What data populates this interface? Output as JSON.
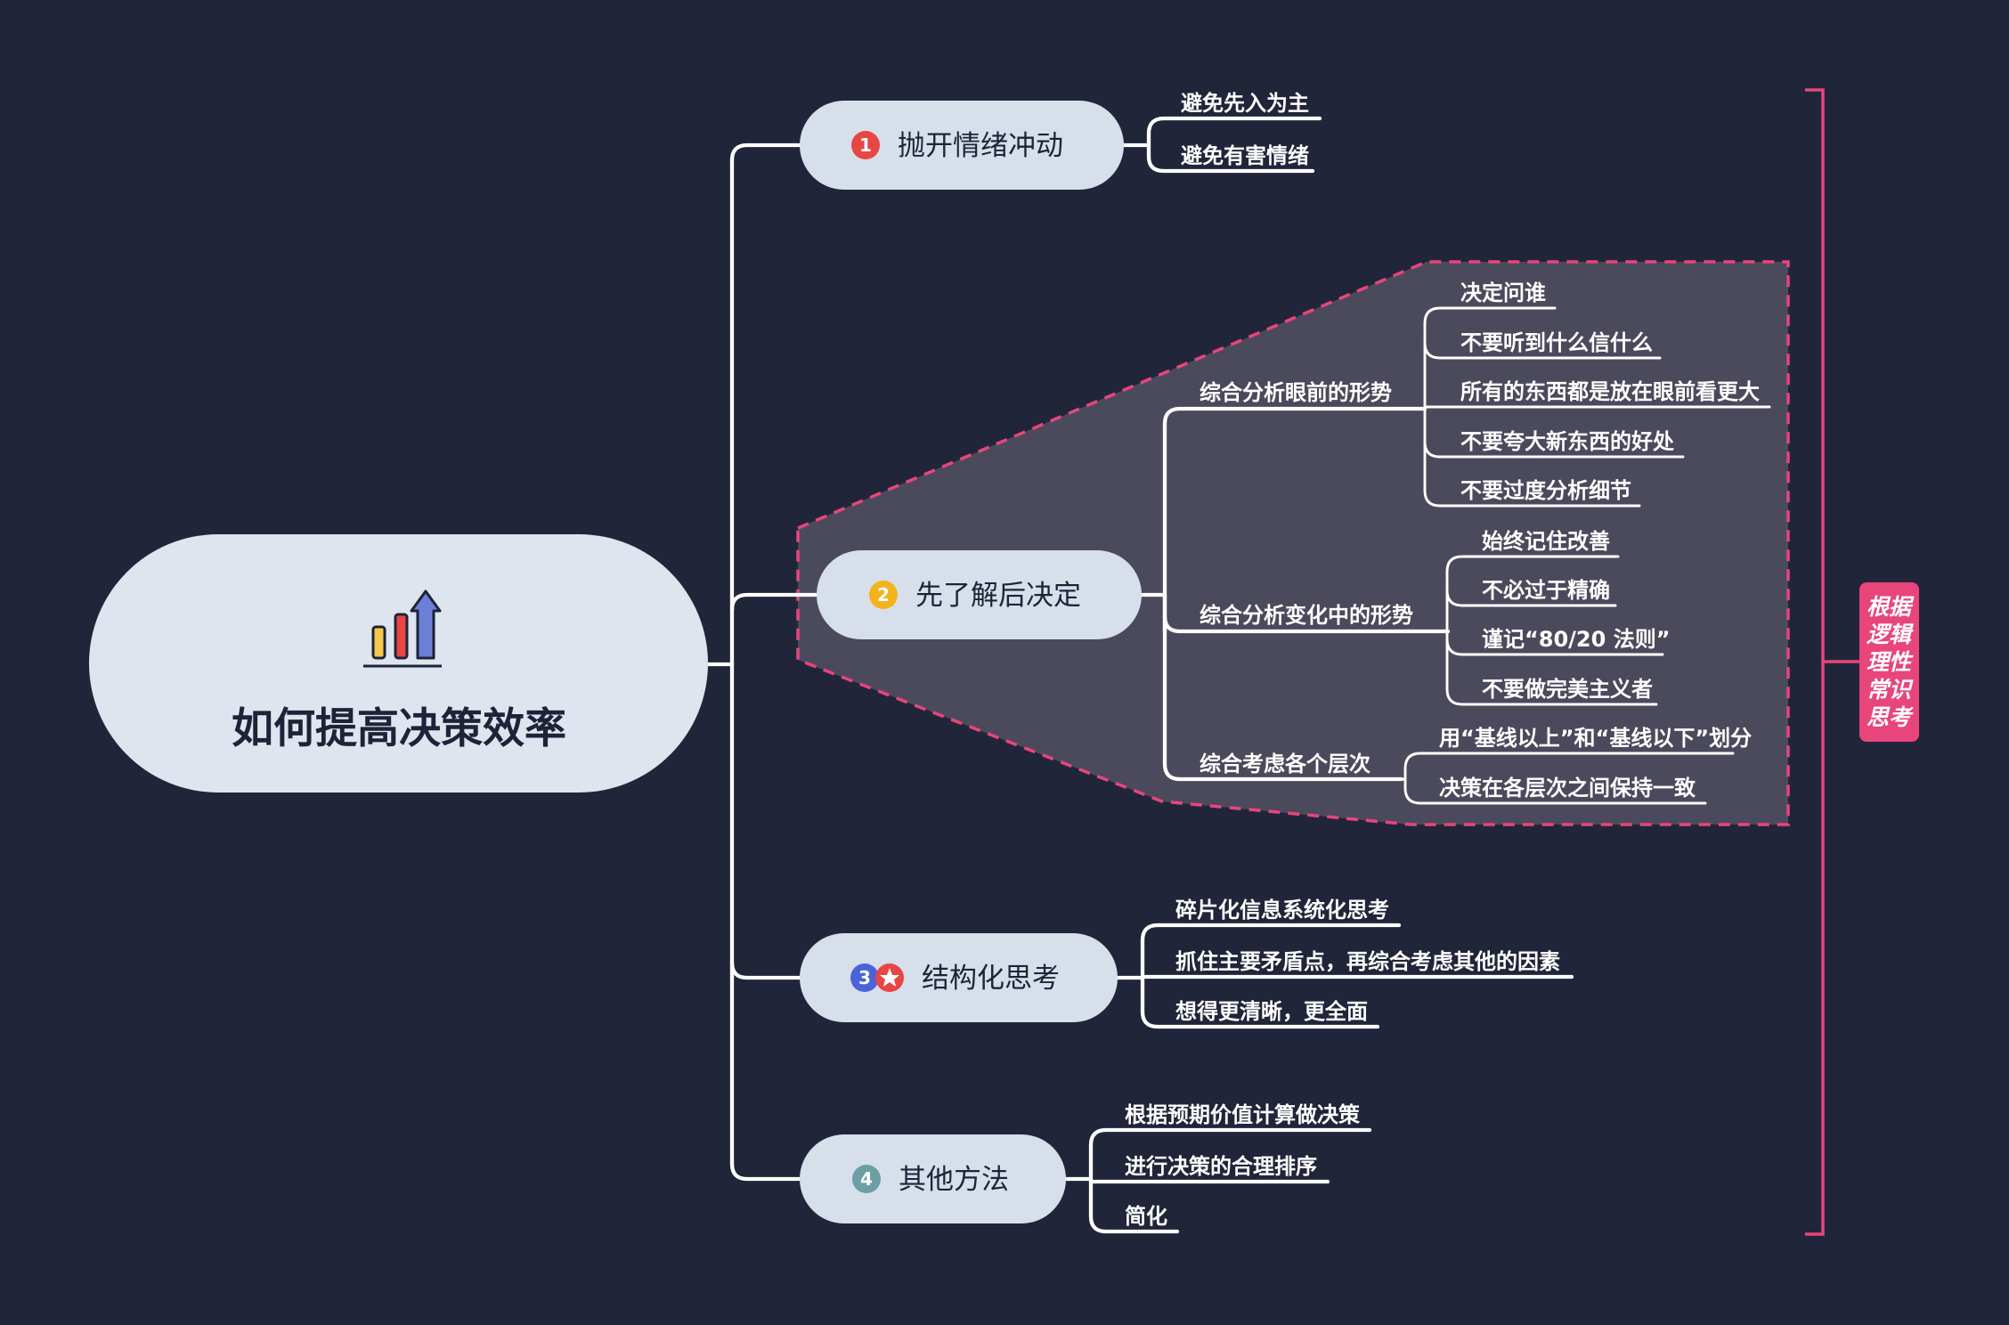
{
  "root": {
    "title": "如何提高决策效率",
    "icon": "bar-chart-growth-icon"
  },
  "branches": [
    {
      "number": "1",
      "badge_color": "#e84545",
      "label": "抛开情绪冲动",
      "children": [
        "避免先入为主",
        "避免有害情绪"
      ]
    },
    {
      "number": "2",
      "badge_color": "#f4b21c",
      "label": "先了解后决定",
      "groups": [
        {
          "label": "综合分析眼前的形势",
          "children": [
            "决定问谁",
            "不要听到什么信什么",
            "所有的东西都是放在眼前看更大",
            "不要夸大新东西的好处",
            "不要过度分析细节"
          ]
        },
        {
          "label": "综合分析变化中的形势",
          "children": [
            "始终记住改善",
            "不必过于精确",
            "谨记“80/20 法则”",
            "不要做完美主义者"
          ]
        },
        {
          "label": "综合考虑各个层次",
          "children": [
            "用“基线以上”和“基线以下”划分",
            "决策在各层次之间保持一致"
          ]
        }
      ]
    },
    {
      "number": "3",
      "badge_color": "#4a63d8",
      "star_icon": "star-badge-icon",
      "star_color": "#e84545",
      "label": "结构化思考",
      "children": [
        "碎片化信息系统化思考",
        "抓住主要矛盾点，再综合考虑其他的因素",
        "想得更清晰，更全面"
      ]
    },
    {
      "number": "4",
      "badge_color": "#6b9fa4",
      "label": "其他方法",
      "children": [
        "根据预期价值计算做决策",
        "进行决策的合理排序",
        "简化"
      ]
    }
  ],
  "summary": {
    "lines": [
      "根据",
      "逻辑",
      "理性",
      "常识",
      "思考"
    ],
    "color": "#e8457a"
  },
  "colors": {
    "background": "#212539",
    "node_fill": "#d7dfeb",
    "root_fill": "#dfe5ef",
    "boundary_fill": "#4b4a5d",
    "boundary_stroke": "#e8457a"
  }
}
